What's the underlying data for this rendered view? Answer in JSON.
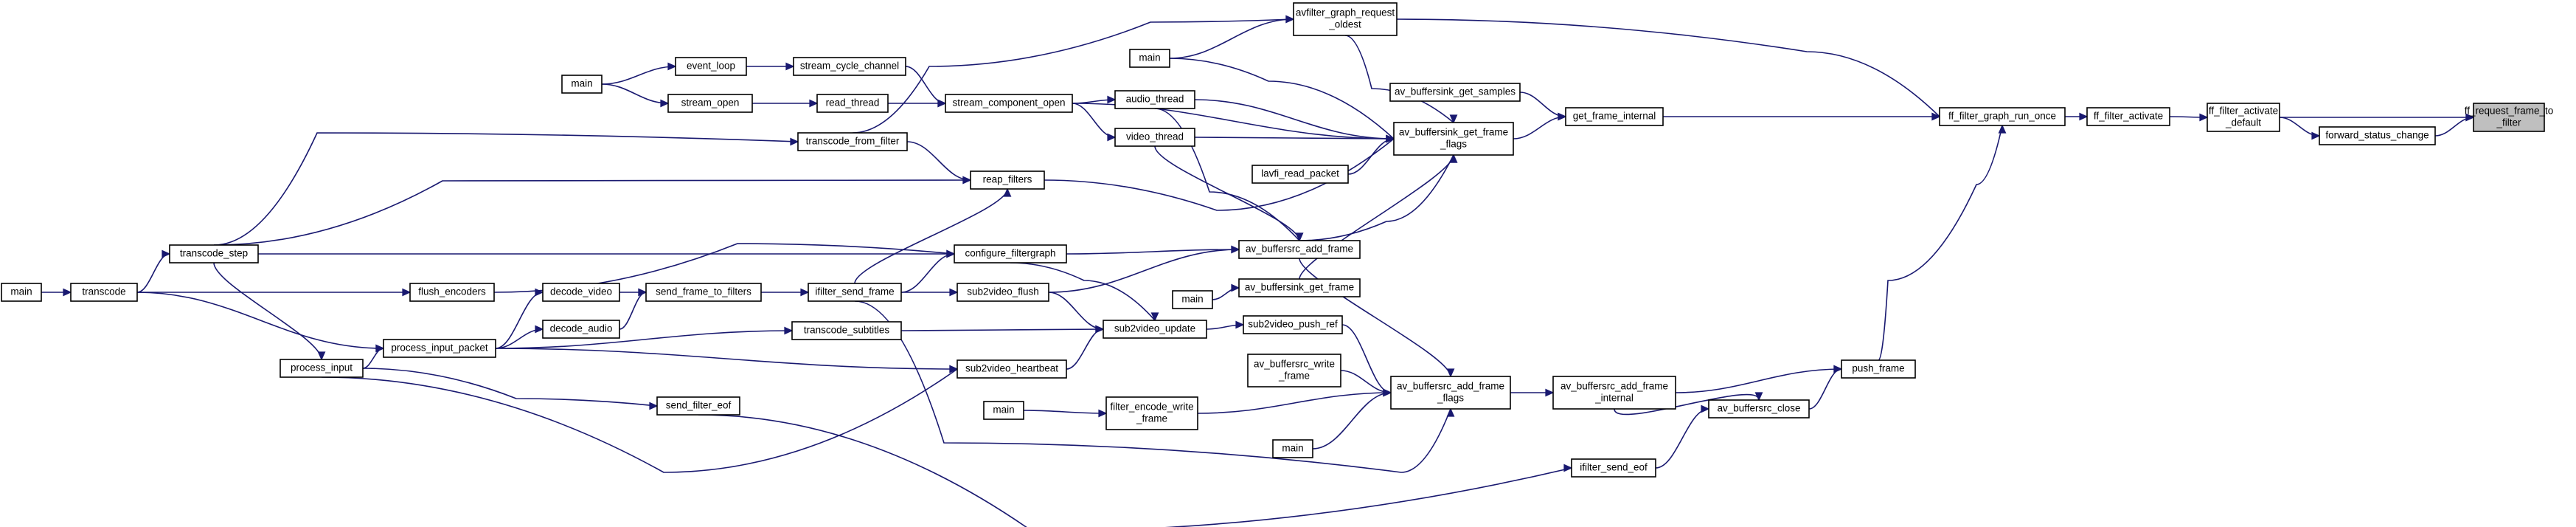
{
  "diagram": {
    "colors": {
      "edge": "#191970",
      "node_border": "#000000",
      "node_fill": "#ffffff",
      "root_fill": "#bfbfbf"
    },
    "nodes": [
      {
        "id": "ff_request_frame_to_filter",
        "label": "ff_request_frame_to\n_filter",
        "root": true
      },
      {
        "id": "ff_filter_activate_default",
        "label": "ff_filter_activate\n_default"
      },
      {
        "id": "forward_status_change",
        "label": "forward_status_change"
      },
      {
        "id": "ff_filter_activate",
        "label": "ff_filter_activate"
      },
      {
        "id": "ff_filter_graph_run_once",
        "label": "ff_filter_graph_run_once"
      },
      {
        "id": "push_frame",
        "label": "push_frame"
      },
      {
        "id": "get_frame_internal",
        "label": "get_frame_internal"
      },
      {
        "id": "avfilter_graph_request_oldest",
        "label": "avfilter_graph_request\n_oldest"
      },
      {
        "id": "main_a",
        "label": "main"
      },
      {
        "id": "av_buffersink_get_samples",
        "label": "av_buffersink_get_samples"
      },
      {
        "id": "av_buffersink_get_frame_flags",
        "label": "av_buffersink_get_frame\n_flags"
      },
      {
        "id": "audio_thread",
        "label": "audio_thread"
      },
      {
        "id": "video_thread",
        "label": "video_thread"
      },
      {
        "id": "lavfi_read_packet",
        "label": "lavfi_read_packet"
      },
      {
        "id": "stream_component_open",
        "label": "stream_component_open"
      },
      {
        "id": "stream_cycle_channel",
        "label": "stream_cycle_channel"
      },
      {
        "id": "read_thread",
        "label": "read_thread"
      },
      {
        "id": "event_loop",
        "label": "event_loop"
      },
      {
        "id": "stream_open",
        "label": "stream_open"
      },
      {
        "id": "main_b",
        "label": "main"
      },
      {
        "id": "transcode_from_filter",
        "label": "transcode_from_filter"
      },
      {
        "id": "reap_filters",
        "label": "reap_filters"
      },
      {
        "id": "transcode_step",
        "label": "transcode_step"
      },
      {
        "id": "transcode",
        "label": "transcode"
      },
      {
        "id": "main_c",
        "label": "main"
      },
      {
        "id": "av_buffersrc_add_frame",
        "label": "av_buffersrc_add_frame"
      },
      {
        "id": "configure_filtergraph",
        "label": "configure_filtergraph"
      },
      {
        "id": "flush_encoders",
        "label": "flush_encoders"
      },
      {
        "id": "ifilter_send_frame",
        "label": "ifilter_send_frame"
      },
      {
        "id": "send_frame_to_filters",
        "label": "send_frame_to_filters"
      },
      {
        "id": "decode_video",
        "label": "decode_video"
      },
      {
        "id": "decode_audio",
        "label": "decode_audio"
      },
      {
        "id": "process_input_packet",
        "label": "process_input_packet"
      },
      {
        "id": "process_input",
        "label": "process_input"
      },
      {
        "id": "sub2video_flush",
        "label": "sub2video_flush"
      },
      {
        "id": "av_buffersink_get_frame",
        "label": "av_buffersink_get_frame"
      },
      {
        "id": "main_d",
        "label": "main"
      },
      {
        "id": "sub2video_update",
        "label": "sub2video_update"
      },
      {
        "id": "sub2video_push_ref",
        "label": "sub2video_push_ref"
      },
      {
        "id": "transcode_subtitles",
        "label": "transcode_subtitles"
      },
      {
        "id": "sub2video_heartbeat",
        "label": "sub2video_heartbeat"
      },
      {
        "id": "av_buffersrc_write_frame",
        "label": "av_buffersrc_write\n_frame"
      },
      {
        "id": "av_buffersrc_add_frame_flags",
        "label": "av_buffersrc_add_frame\n_flags"
      },
      {
        "id": "av_buffersrc_add_frame_internal",
        "label": "av_buffersrc_add_frame\n_internal"
      },
      {
        "id": "av_buffersrc_close",
        "label": "av_buffersrc_close"
      },
      {
        "id": "filter_encode_write_frame",
        "label": "filter_encode_write\n_frame"
      },
      {
        "id": "main_e",
        "label": "main"
      },
      {
        "id": "main_f",
        "label": "main"
      },
      {
        "id": "send_filter_eof",
        "label": "send_filter_eof"
      },
      {
        "id": "ifilter_send_eof",
        "label": "ifilter_send_eof"
      }
    ]
  }
}
